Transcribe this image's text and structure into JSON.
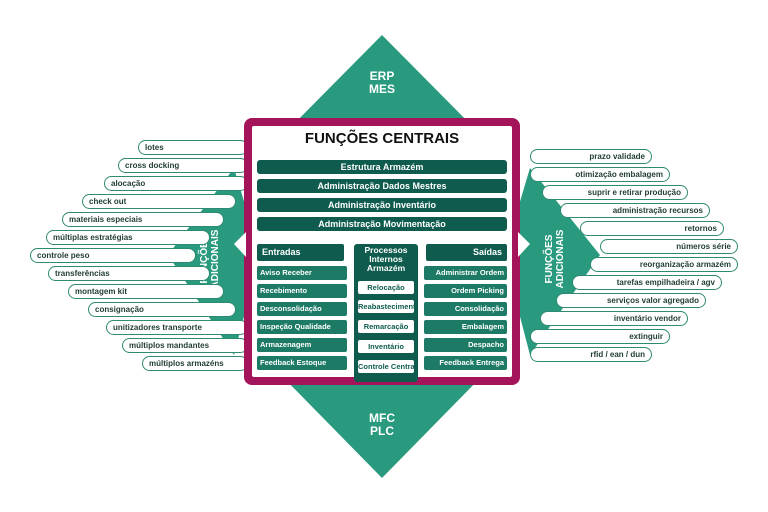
{
  "top_system": {
    "line1": "ERP",
    "line2": "MES"
  },
  "bottom_system": {
    "line1": "MFC",
    "line2": "PLC"
  },
  "left_side": {
    "line1": "FUNÇÕES",
    "line2": "ADICIONAIS"
  },
  "right_side": {
    "line1": "FUNÇÕES",
    "line2": "ADICIONAIS"
  },
  "central": {
    "title": "FUNÇÕES CENTRAIS",
    "bars": [
      "Estrutura Armazém",
      "Administração Dados Mestres",
      "Administração Inventário",
      "Administração Movimentação"
    ],
    "entradas": {
      "header": "Entradas",
      "items": [
        "Aviso Receber",
        "Recebimento",
        "Desconsolidação",
        "Inspeção Qualidade",
        "Armazenagem",
        "Feedback Estoque"
      ]
    },
    "processos": {
      "header_line1": "Processos",
      "header_line2": "Internos",
      "header_line3": "Armazém",
      "items": [
        "Relocação",
        "Reabastecimento",
        "Remarcação",
        "Inventário",
        "Controle Central"
      ]
    },
    "saidas": {
      "header": "Saídas",
      "items": [
        "Administrar Ordem",
        "Ordem Picking",
        "Consolidação",
        "Embalagem",
        "Despacho",
        "Feedback Entrega"
      ]
    }
  },
  "left_functions": [
    "lotes",
    "cross docking",
    "alocação",
    "check out",
    "materiais especiais",
    "múltiplas estratégias",
    "controle peso",
    "transferências",
    "montagem kit",
    "consignação",
    "unitizadores transporte",
    "múltiplos mandantes",
    "múltiplos armazéns"
  ],
  "right_functions": [
    "prazo validade",
    "otimização embalagem",
    "suprir e retirar produção",
    "administração recursos",
    "retornos",
    "números série",
    "reorganização armazém",
    "tarefas empilhadeira / agv",
    "serviços valor agregado",
    "inventário vendor",
    "extinguir",
    "rfid / ean / dun"
  ],
  "colors": {
    "teal": "#2a9a7f",
    "dark_teal": "#0f5c4e",
    "item_teal": "#1c7a65",
    "magenta": "#a3145a"
  }
}
